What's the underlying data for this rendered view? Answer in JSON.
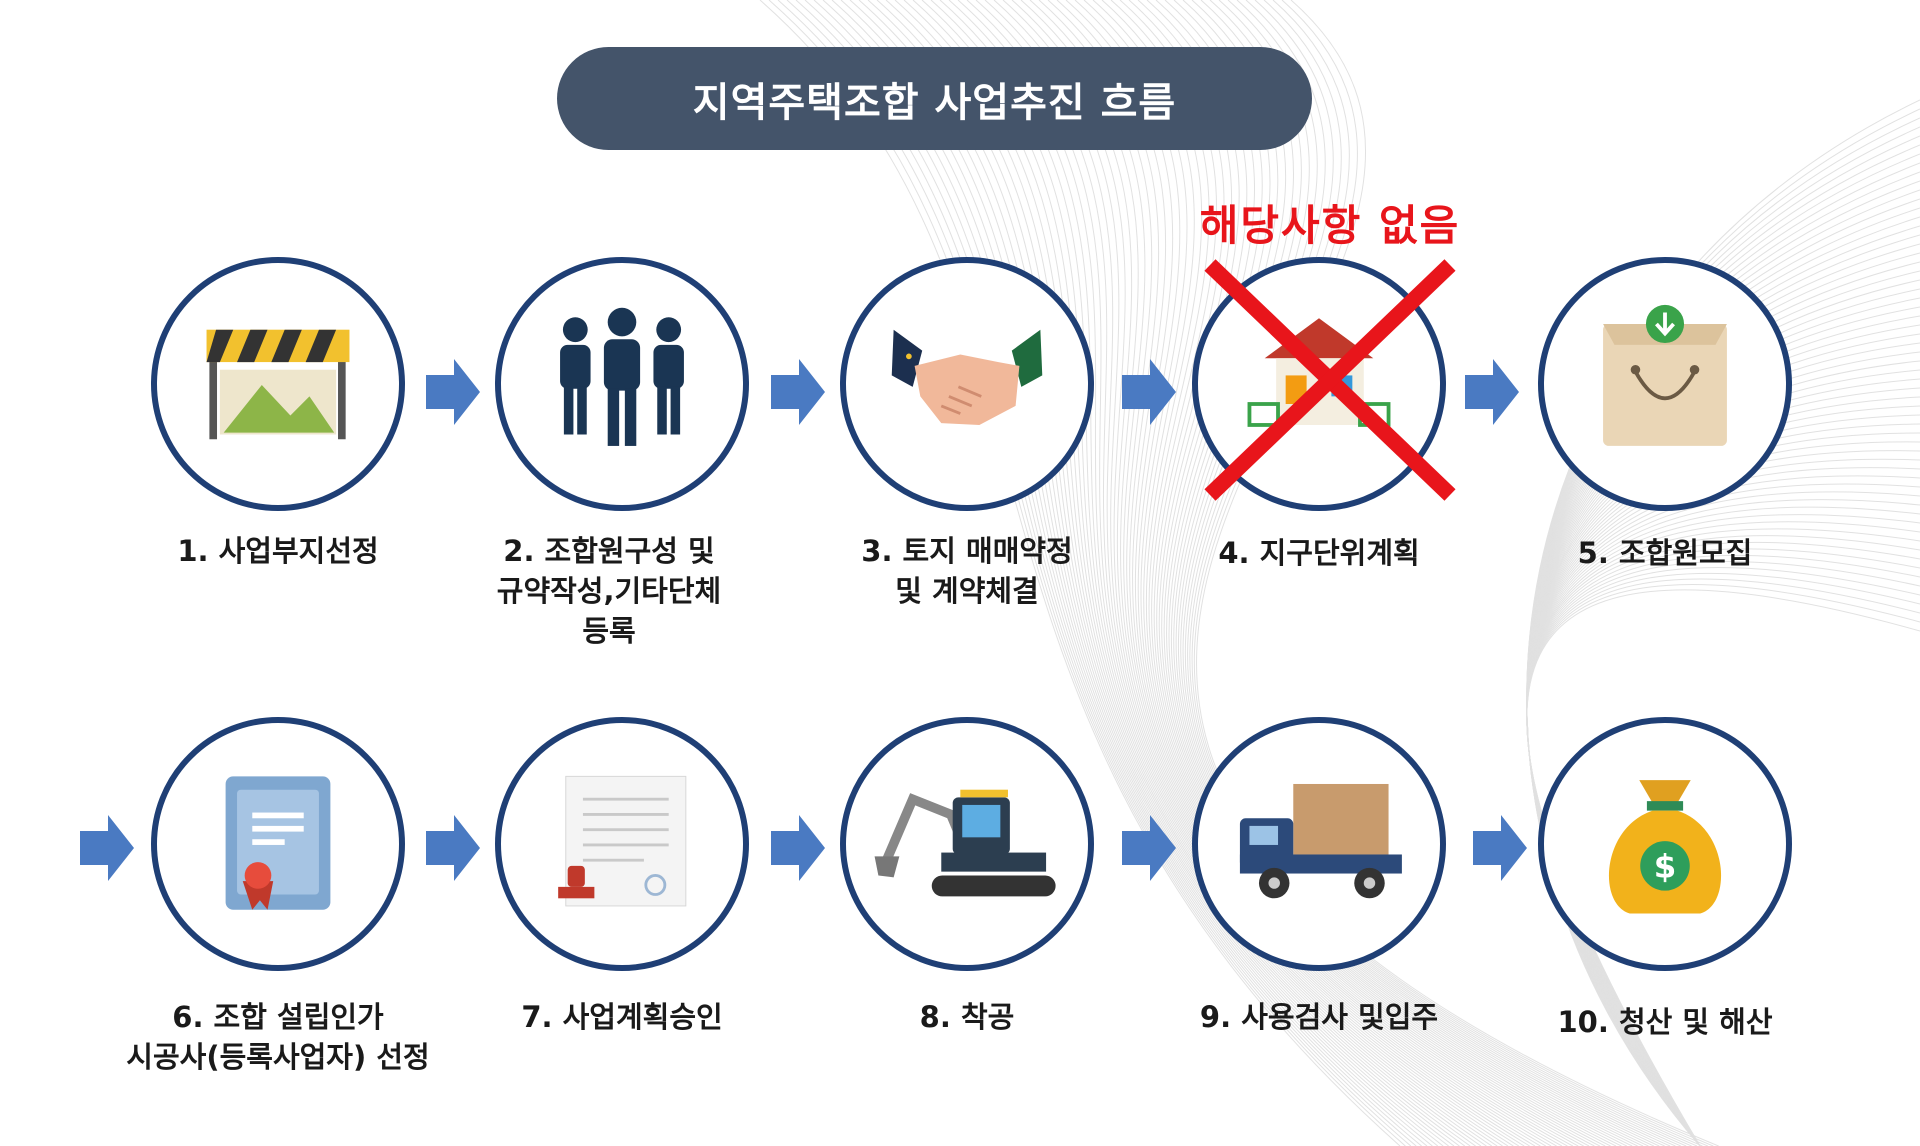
{
  "title": "지역주택조합 사업추진 흐름",
  "not_applicable": "해당사항 없음",
  "colors": {
    "circle_border": "#1f3f75",
    "arrow": "#4a7ac2",
    "title_bg": "#44546a",
    "cross": "#e8151b"
  },
  "steps": [
    {
      "label": "1. 사업부지선정",
      "icon": "construction-barrier-icon"
    },
    {
      "label": "2. 조합원구성 및\n규약작성,기타단체\n등록",
      "icon": "people-group-icon"
    },
    {
      "label": "3. 토지 매매약정\n및 계약체결",
      "icon": "handshake-icon"
    },
    {
      "label": "4. 지구단위계획",
      "icon": "house-icon"
    },
    {
      "label": "5. 조합원모집",
      "icon": "shopping-bag-icon"
    },
    {
      "label": "6. 조합 설립인가\n시공사(등록사업자) 선정",
      "icon": "certificate-icon"
    },
    {
      "label": "7. 사업계획승인",
      "icon": "stamp-document-icon"
    },
    {
      "label": "8. 착공",
      "icon": "excavator-icon"
    },
    {
      "label": "9. 사용검사 및입주",
      "icon": "moving-truck-icon"
    },
    {
      "label": "10. 청산 및 해산",
      "icon": "money-bag-icon"
    }
  ]
}
